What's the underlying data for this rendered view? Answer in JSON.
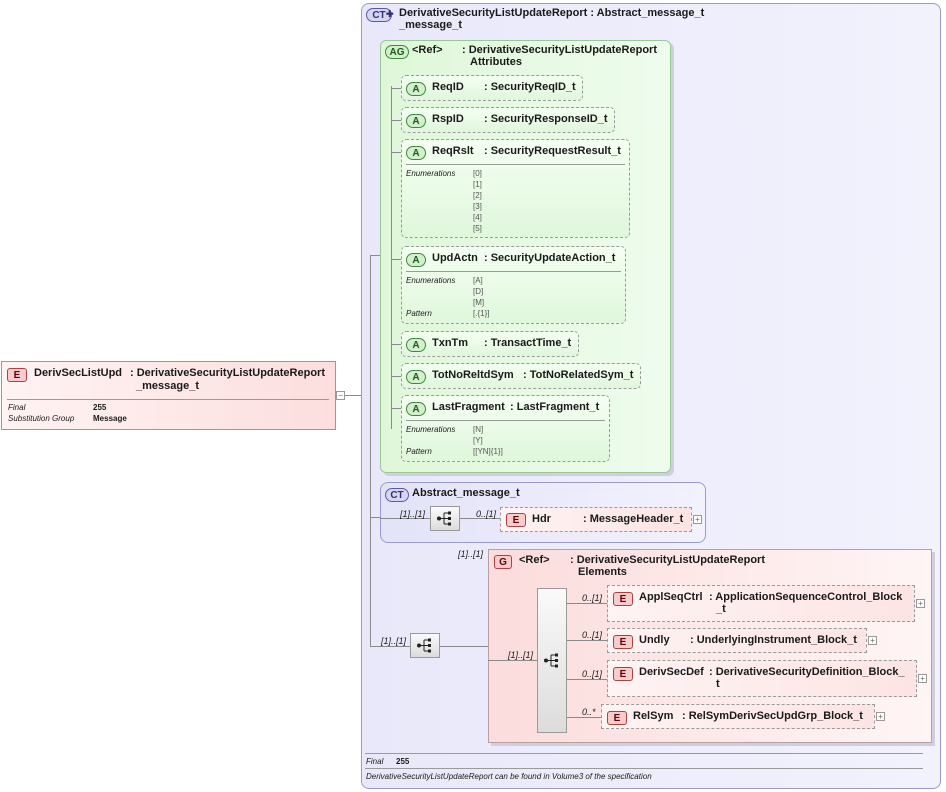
{
  "root": {
    "badge": "E",
    "name": "DerivSecListUpd",
    "type_line1": ": DerivativeSecurityListUpdateReport",
    "type_line2": "_message_t",
    "props": [
      {
        "key": "Final",
        "value": "255"
      },
      {
        "key": "Substitution Group",
        "value": "Message"
      }
    ],
    "collapse": "−"
  },
  "complex_type": {
    "badge": "CT",
    "title_line1": "DerivativeSecurityListUpdateReport : Abstract_message_t",
    "title_line2": "_message_t",
    "footer_final_key": "Final",
    "footer_final_value": "255",
    "footer_note": "DerivativeSecurityListUpdateReport can be found in Volume3 of the specification"
  },
  "attribute_group": {
    "badge": "AG",
    "ref": "<Ref>",
    "type_line1": ": DerivativeSecurityListUpdateReport",
    "type_line2": "Attributes",
    "attributes": [
      {
        "badge": "A",
        "name": "ReqID",
        "type": ": SecurityReqID_t"
      },
      {
        "badge": "A",
        "name": "RspID",
        "type": ": SecurityResponseID_t"
      },
      {
        "badge": "A",
        "name": "ReqRslt",
        "type": ": SecurityRequestResult_t",
        "enum_label": "Enumerations",
        "enums": [
          "[0]",
          "[1]",
          "[2]",
          "[3]",
          "[4]",
          "[5]"
        ]
      },
      {
        "badge": "A",
        "name": "UpdActn",
        "type": ": SecurityUpdateAction_t",
        "enum_label": "Enumerations",
        "enums": [
          "[A]",
          "[D]",
          "[M]"
        ],
        "pattern_label": "Pattern",
        "pattern": "[.{1}]"
      },
      {
        "badge": "A",
        "name": "TxnTm",
        "type": ": TransactTime_t"
      },
      {
        "badge": "A",
        "name": "TotNoReltdSym",
        "type": ": TotNoRelatedSym_t"
      },
      {
        "badge": "A",
        "name": "LastFragment",
        "type": ": LastFragment_t",
        "enum_label": "Enumerations",
        "enums": [
          "[N]",
          "[Y]"
        ],
        "pattern_label": "Pattern",
        "pattern": "[[YN]{1}]"
      }
    ]
  },
  "abstract_message": {
    "badge": "CT",
    "title": "Abstract_message_t",
    "seq_mult": "[1]..[1]",
    "hdr_mult": "0..[1]",
    "hdr": {
      "badge": "E",
      "name": "Hdr",
      "type": ": MessageHeader_t"
    }
  },
  "elements_group": {
    "badge": "G",
    "group_mult": "[1]..[1]",
    "ref": "<Ref>",
    "type_line1": ": DerivativeSecurityListUpdateReport",
    "type_line2": "Elements",
    "outer_seq_mult": "[1]..[1]",
    "inner_seq_mult": "[1]..[1]",
    "elements": [
      {
        "badge": "E",
        "mult": "0..[1]",
        "name": "ApplSeqCtrl",
        "type_line1": ": ApplicationSequenceControl_Block",
        "type_line2": "_t"
      },
      {
        "badge": "E",
        "mult": "0..[1]",
        "name": "Undly",
        "type_line1": ": UnderlyingInstrument_Block_t",
        "type_line2": ""
      },
      {
        "badge": "E",
        "mult": "0..[1]",
        "name": "DerivSecDef",
        "type_line1": ": DerivativeSecurityDefinition_Block_",
        "type_line2": "t"
      },
      {
        "badge": "E",
        "mult": "0..*",
        "name": "RelSym",
        "type_line1": ": RelSymDerivSecUpdGrp_Block_t",
        "type_line2": ""
      }
    ]
  },
  "expander_symbol": "+"
}
